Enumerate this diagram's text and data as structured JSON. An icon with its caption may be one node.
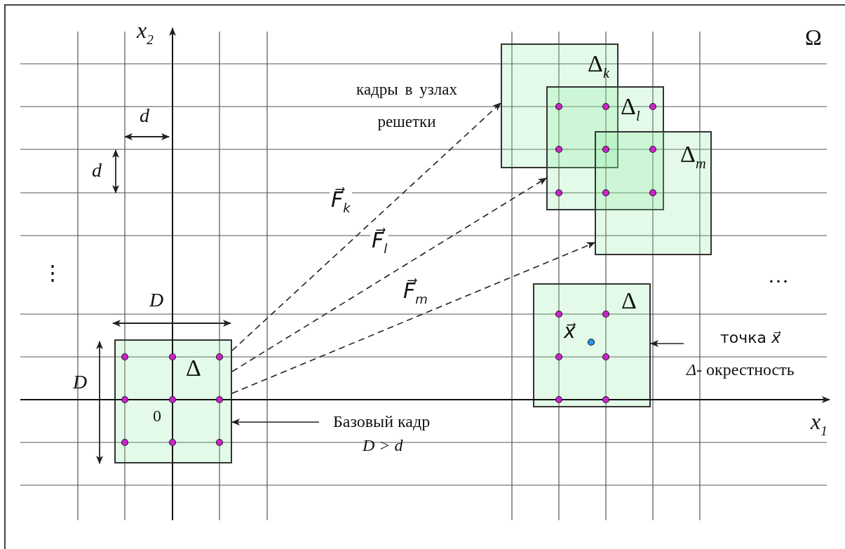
{
  "diagram": {
    "nodes": [
      {
        "text": [
          "Δ"
        ]
      },
      {
        "text": [
          "Δ$_{k}$"
        ]
      },
      {
        "text": [
          "Δ$_{l}$"
        ]
      },
      {
        "text": [
          "Δ$_{m}$"
        ]
      },
      {
        "text": [
          "Δ",
          "x⃗"
        ]
      },
      {
        "text": [
          "Базовый кадр"
        ]
      },
      {
        "text": [
          "точка *x⃗*",
          "*Δ*- окрестность"
        ]
      }
    ],
    "edges": [
      {
        "from": 0,
        "to": 1,
        "arrow": "to",
        "style": "dashed",
        "label": "F⃗$_{k}$"
      },
      {
        "from": 0,
        "to": 2,
        "arrow": "to",
        "style": "dashed",
        "label": "F⃗$_{l}$"
      },
      {
        "from": 0,
        "to": 3,
        "arrow": "to",
        "style": "dashed",
        "label": "F⃗$_{m}$"
      },
      {
        "from": 5,
        "to": 0,
        "arrow": "to"
      },
      {
        "from": 6,
        "to": 4,
        "arrow": "to"
      }
    ],
    "labels": [
      "x$_{2}$",
      "Ω",
      "кадры в узлах решетки",
      "d",
      "d",
      "⋮",
      "…",
      "D",
      "D",
      "0",
      "x$_{1}$",
      "D > d"
    ]
  }
}
